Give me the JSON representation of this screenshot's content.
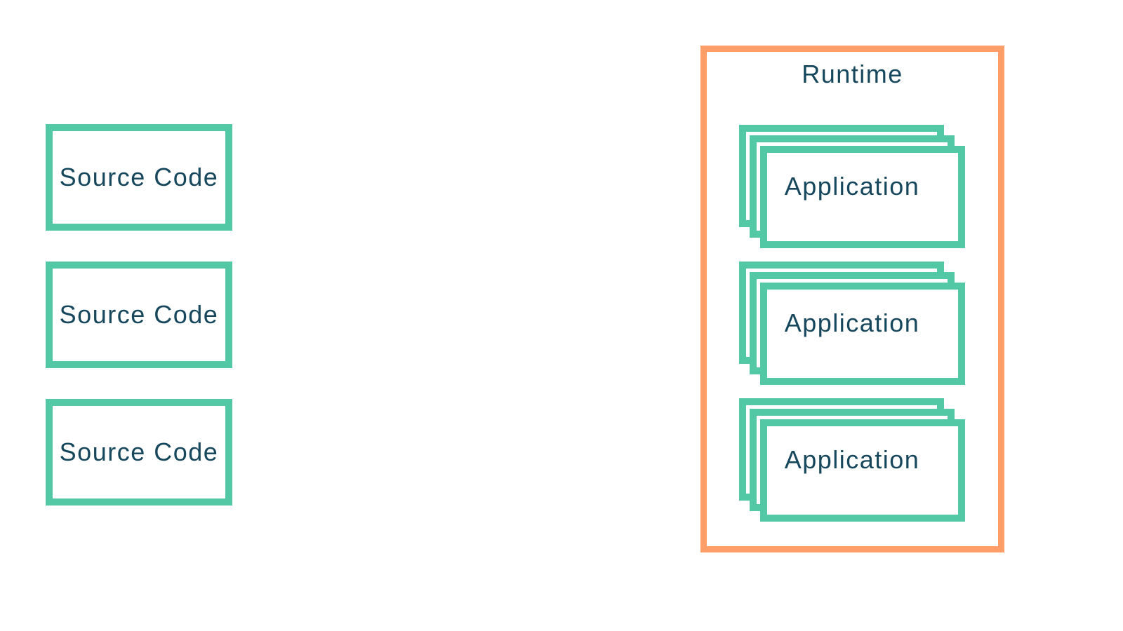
{
  "colors": {
    "green": "#52C9A4",
    "orange": "#FF9E68",
    "ink": "#16475C",
    "bg": "#FFFFFF"
  },
  "diagram": {
    "source_boxes": [
      {
        "label": "Source Code"
      },
      {
        "label": "Source Code"
      },
      {
        "label": "Source Code"
      }
    ],
    "runtime": {
      "title": "Runtime",
      "applications": [
        {
          "label": "Application"
        },
        {
          "label": "Application"
        },
        {
          "label": "Application"
        }
      ]
    }
  }
}
